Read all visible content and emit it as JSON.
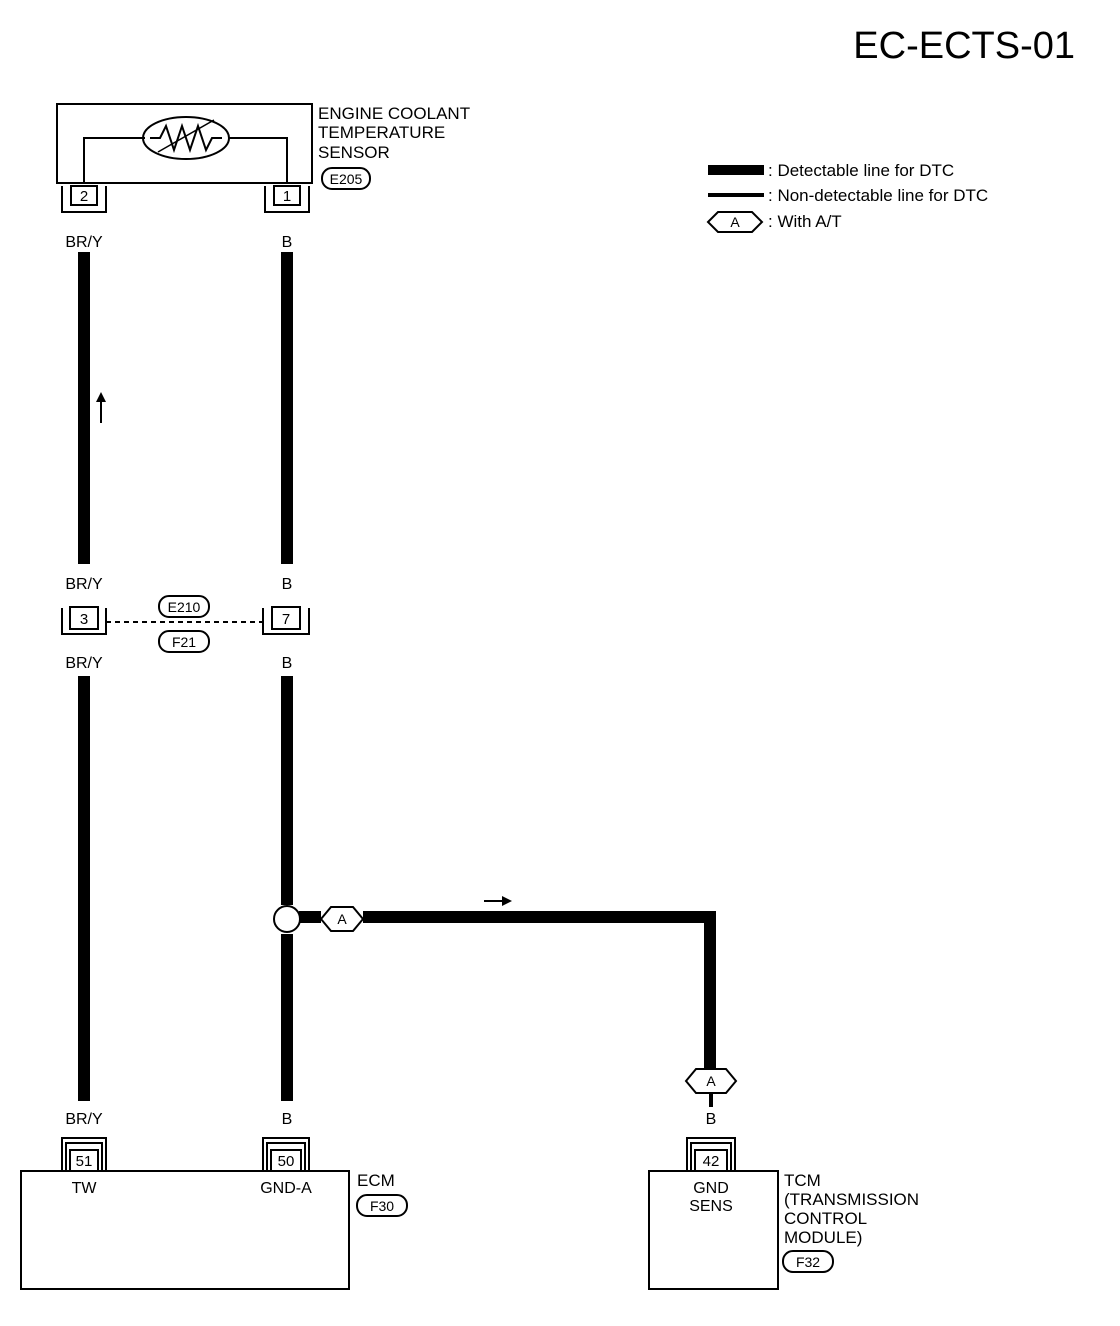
{
  "page_code": "EC-ECTS-01",
  "legend": {
    "detectable": ": Detectable line for DTC",
    "non_detectable": ": Non-detectable line for DTC",
    "option_badge": "A",
    "option_text": ": With A/T"
  },
  "sensor": {
    "name_line1": "ENGINE COOLANT",
    "name_line2": "TEMPERATURE",
    "name_line3": "SENSOR",
    "connector": "E205",
    "pin_left": "2",
    "pin_right": "1"
  },
  "wires": {
    "left_top": "BR/Y",
    "right_top": "B",
    "left_mid_upper": "BR/Y",
    "right_mid_upper": "B",
    "left_mid_lower": "BR/Y",
    "right_mid_lower": "B",
    "left_bottom": "BR/Y",
    "right_bottom": "B",
    "tcm_wire": "B"
  },
  "joint_connector": {
    "pin_left": "3",
    "pin_right": "7",
    "code_upper": "E210",
    "code_lower": "F21"
  },
  "branch_badge": "A",
  "tcm_badge": "A",
  "ecm": {
    "name": "ECM",
    "connector": "F30",
    "pin_left": "51",
    "pin_left_label": "TW",
    "pin_right": "50",
    "pin_right_label": "GND-A"
  },
  "tcm": {
    "name_line1": "TCM",
    "name_line2": "(TRANSMISSION",
    "name_line3": "CONTROL",
    "name_line4": "MODULE)",
    "connector": "F32",
    "pin": "42",
    "pin_label_line1": "GND",
    "pin_label_line2": "SENS"
  }
}
